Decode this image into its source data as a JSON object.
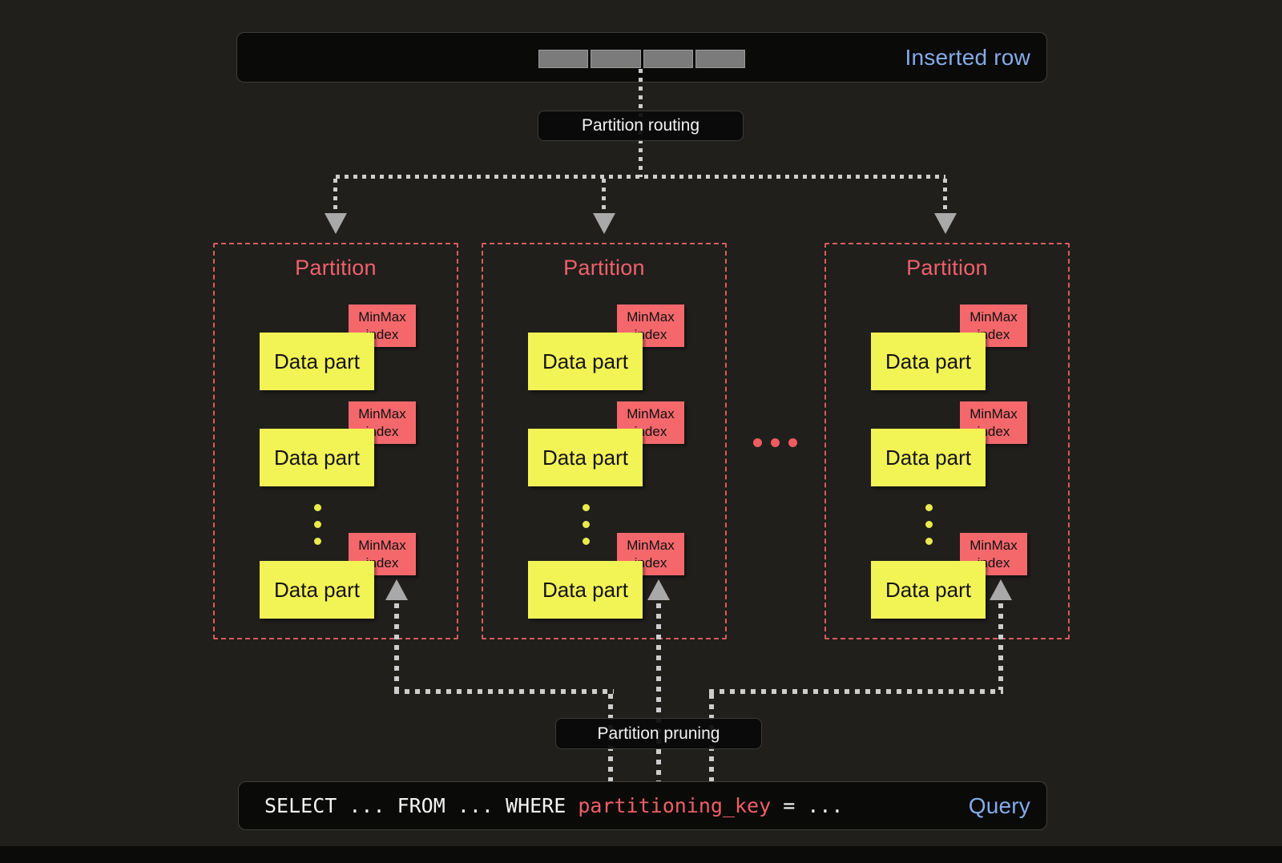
{
  "colors": {
    "bg": "#201f1c",
    "panel-bg": "#0a0a09",
    "panel-border": "#3f3e3b",
    "blue": "#85abe9",
    "salmon": "#f0606b",
    "partition-border": "#d85c5c",
    "minmax-bg": "#f4686c",
    "datapart-bg": "#f2f355",
    "line": "#cdcdcd",
    "arrow": "#a9a9a9",
    "sql-key": "#ef5f66",
    "label-text": "#f2f2f2",
    "segment-gray": "#7b7b7b",
    "yellow-dot": "#e9ea4d",
    "red-dot": "#ef5c5e"
  },
  "inserted_row": {
    "label": "Inserted row",
    "segment_count": 4
  },
  "flow_labels": {
    "routing": "Partition routing",
    "pruning": "Partition pruning"
  },
  "partitions": [
    {
      "title": "Partition",
      "parts": [
        {
          "data_label": "Data part",
          "index_label": "MinMax index"
        },
        {
          "data_label": "Data part",
          "index_label": "MinMax index"
        },
        {
          "data_label": "Data part",
          "index_label": "MinMax index"
        }
      ]
    },
    {
      "title": "Partition",
      "parts": [
        {
          "data_label": "Data part",
          "index_label": "MinMax index"
        },
        {
          "data_label": "Data part",
          "index_label": "MinMax index"
        },
        {
          "data_label": "Data part",
          "index_label": "MinMax index"
        }
      ]
    },
    {
      "title": "Partition",
      "parts": [
        {
          "data_label": "Data part",
          "index_label": "MinMax index"
        },
        {
          "data_label": "Data part",
          "index_label": "MinMax index"
        },
        {
          "data_label": "Data part",
          "index_label": "MinMax index"
        }
      ]
    }
  ],
  "query": {
    "sql_select": "SELECT ... FROM ... WHERE ",
    "sql_key": "partitioning_key",
    "sql_equals": " = ...",
    "label": "Query"
  }
}
